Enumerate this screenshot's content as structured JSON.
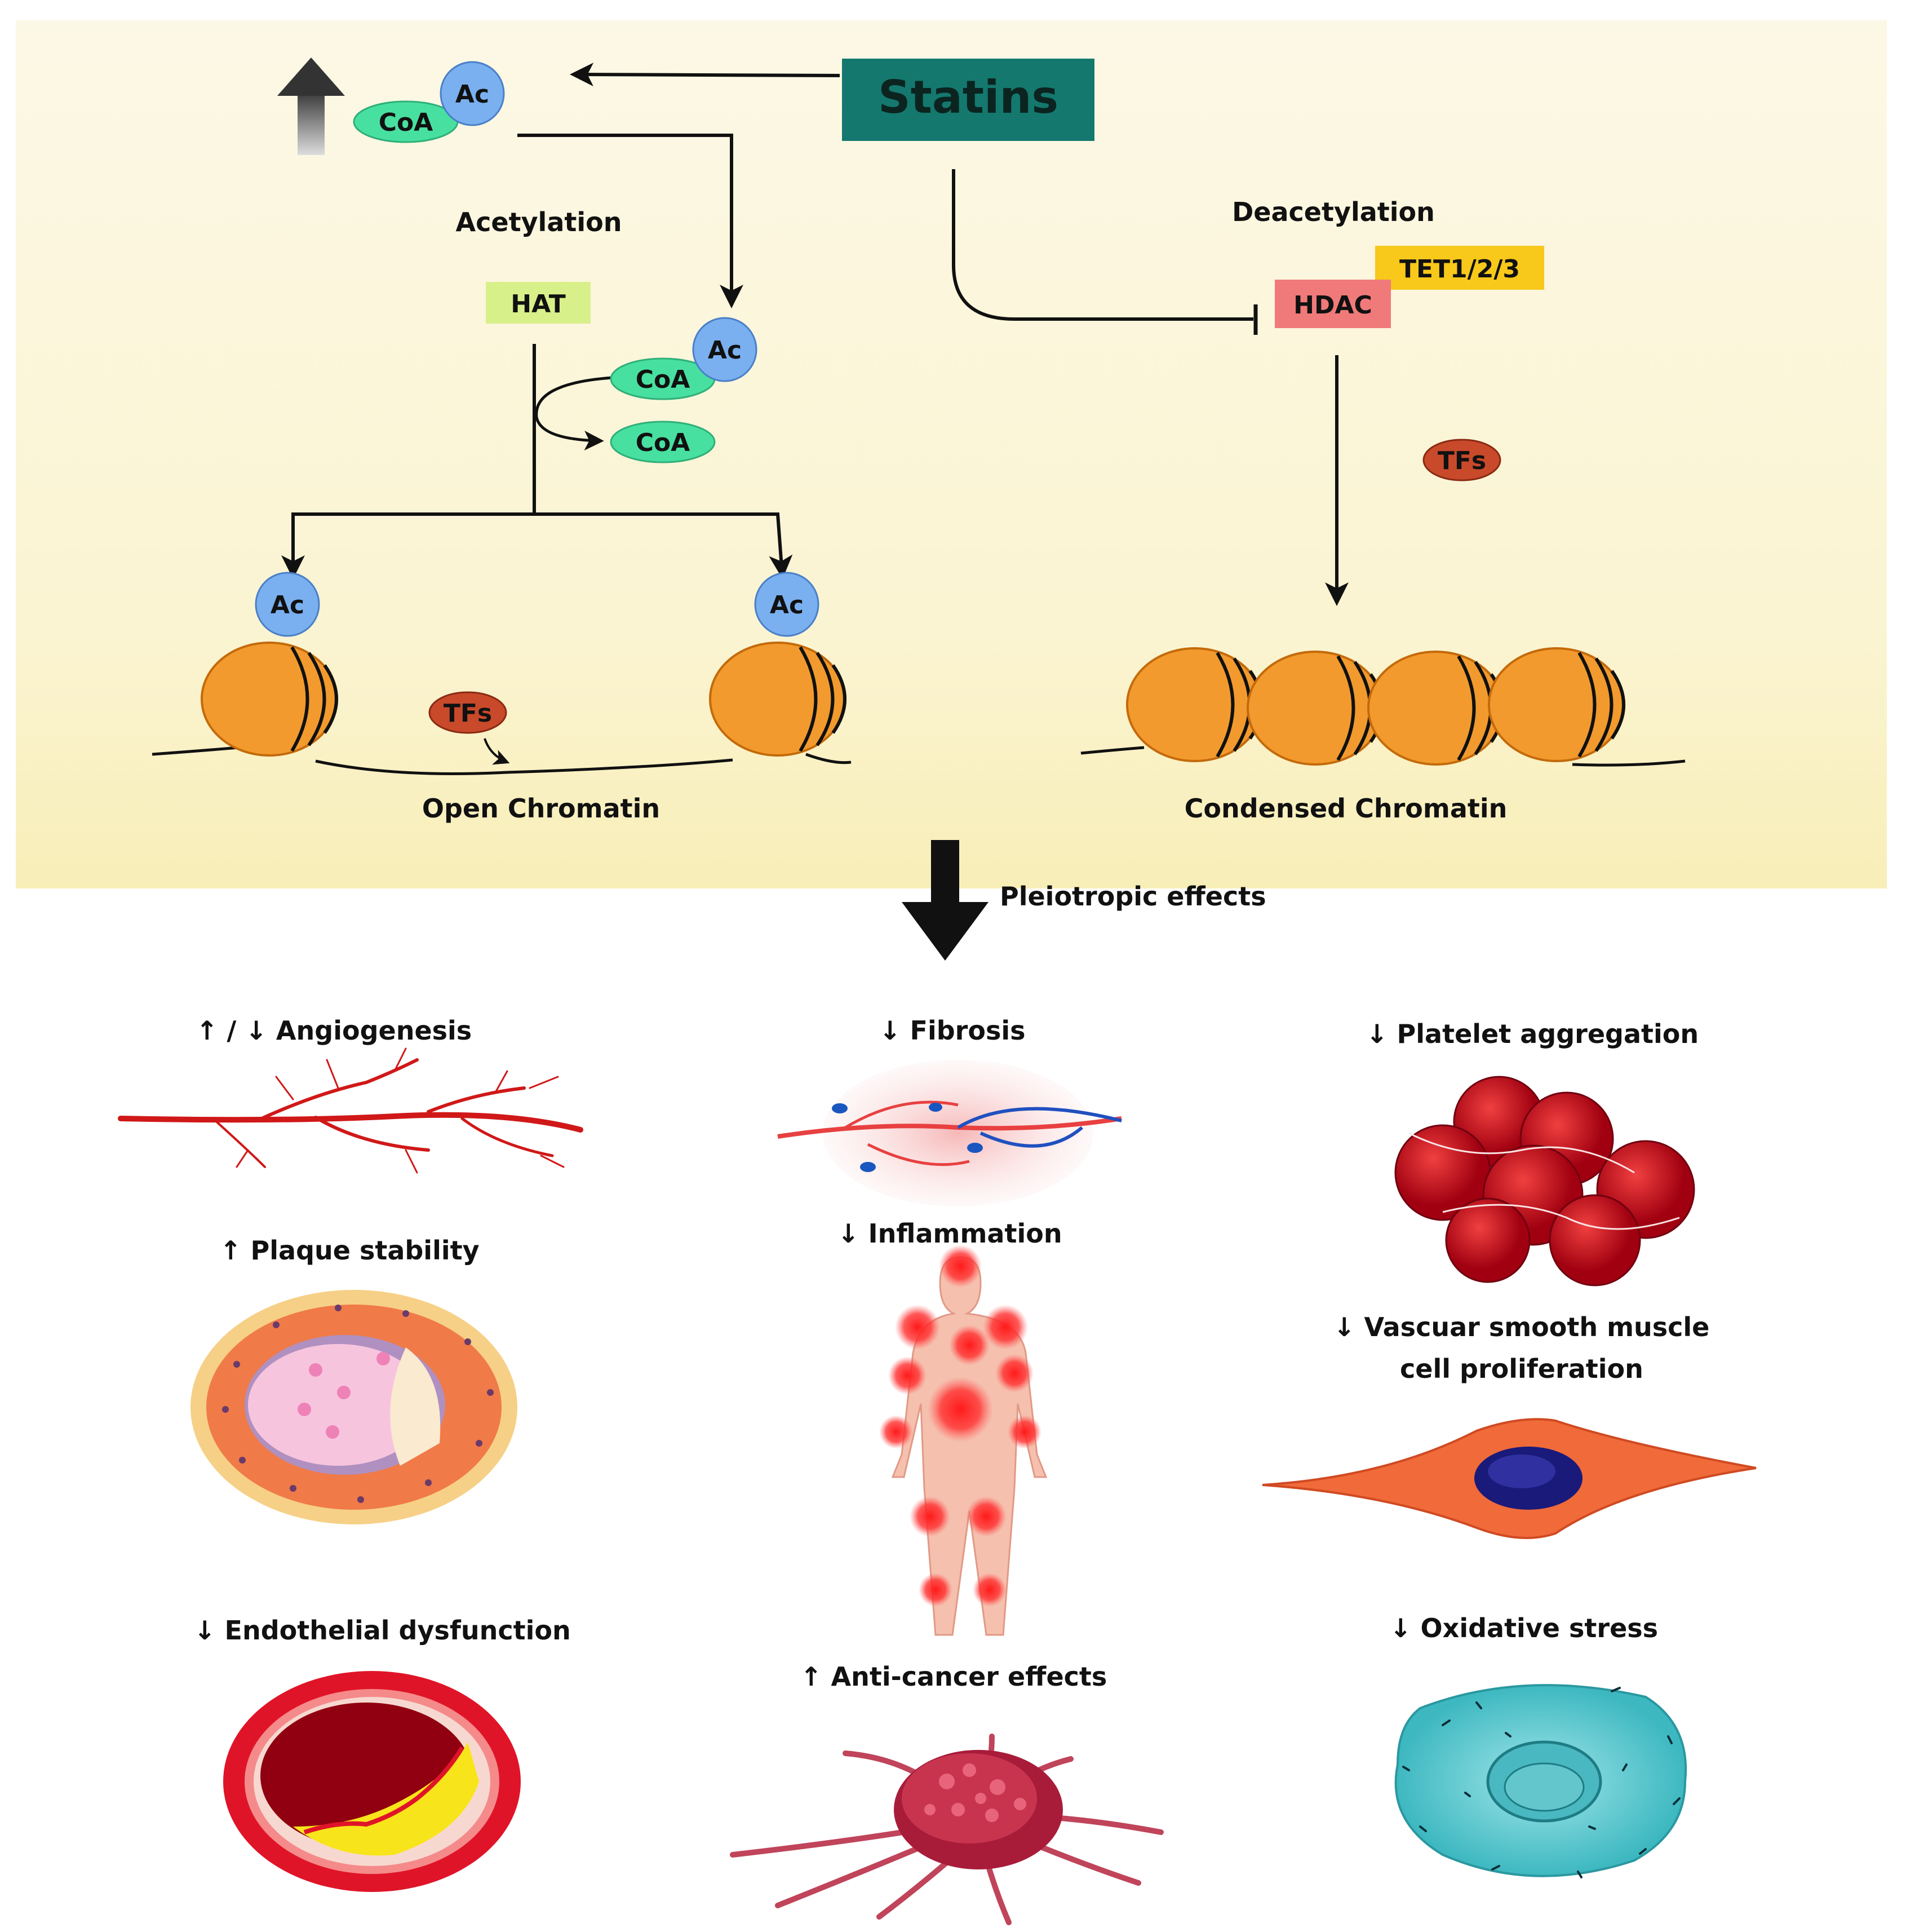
{
  "labels": {
    "statins": "Statins",
    "acetylation": "Acetylation",
    "deacetylation": "Deacetylation",
    "hat": "HAT",
    "hdac": "HDAC",
    "tet": "TET1/2/3",
    "open_chromatin": "Open Chromatin",
    "condensed_chromatin": "Condensed Chromatin",
    "pleiotropic": "Pleiotropic effects",
    "ac": "Ac",
    "coa": "CoA",
    "tfs": "TFs"
  },
  "effects": {
    "angiogenesis": "↑ / ↓  Angiogenesis",
    "fibrosis": "↓  Fibrosis",
    "platelet": "↓  Platelet aggregation",
    "plaque": "↑  Plaque stability",
    "inflammation": "↓  Inflammation",
    "vsmc_line1": "↓  Vascuar smooth muscle",
    "vsmc_line2": "cell proliferation",
    "endothelial": "↓  Endothelial dysfunction",
    "anticancer": "↑  Anti-cancer effects",
    "oxidative": "↓  Oxidative stress"
  },
  "colors": {
    "statins_box": "#14786e",
    "hat_box": "#d8f08a",
    "hdac_box": "#f07a7a",
    "tet_box": "#f8c81a",
    "ac_bubble": "#7ab0f0",
    "coa_bubble": "#48e0a0",
    "tfs_bubble": "#c84a2a",
    "nucleosome": "#f29a2e",
    "top_panel": "#fbf6dc"
  }
}
